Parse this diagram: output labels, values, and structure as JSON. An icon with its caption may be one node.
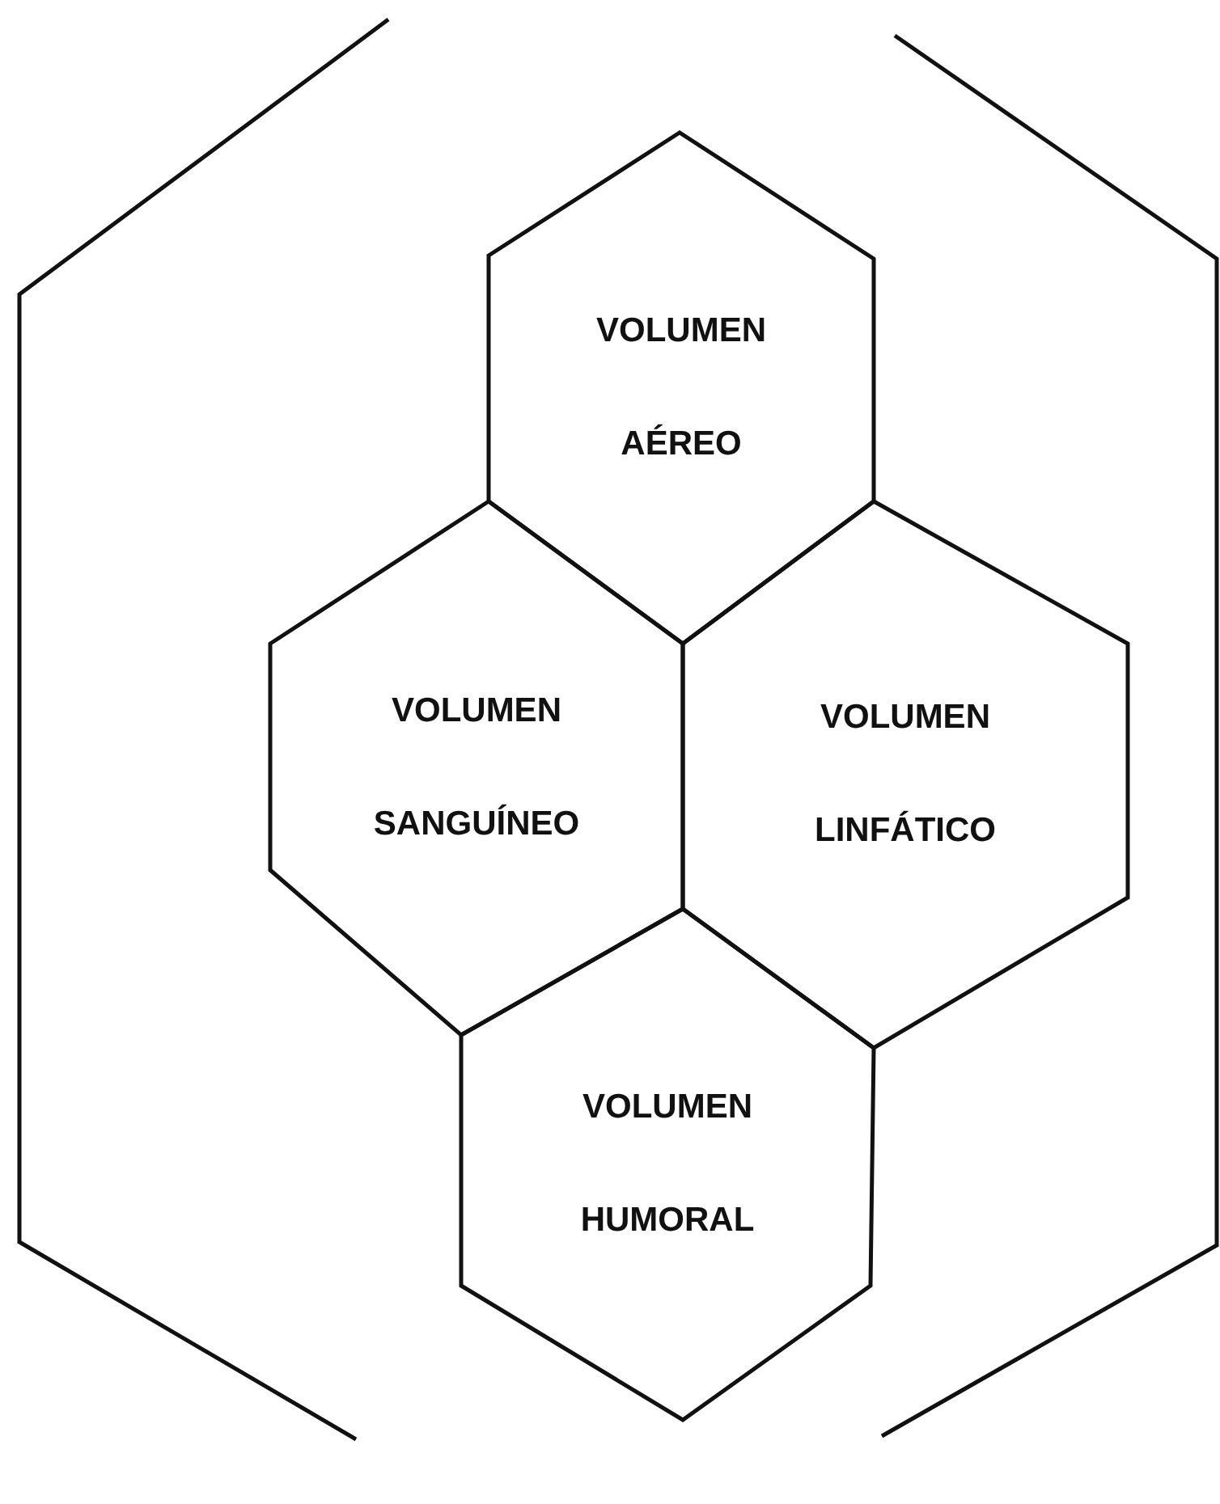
{
  "diagram": {
    "nodes": [
      {
        "text": [],
        "shape": "hexagon"
      },
      {
        "text": [
          "VOLUMEN AÉREO"
        ],
        "in": 0
      },
      {
        "text": [
          "VOLUMEN SANGUÍNEO"
        ],
        "in": 0
      },
      {
        "text": [
          "VOLUMEN LINFÁTICO"
        ],
        "in": 0
      },
      {
        "text": [
          "VOLUMEN HUMORAL"
        ],
        "in": 0
      }
    ]
  }
}
